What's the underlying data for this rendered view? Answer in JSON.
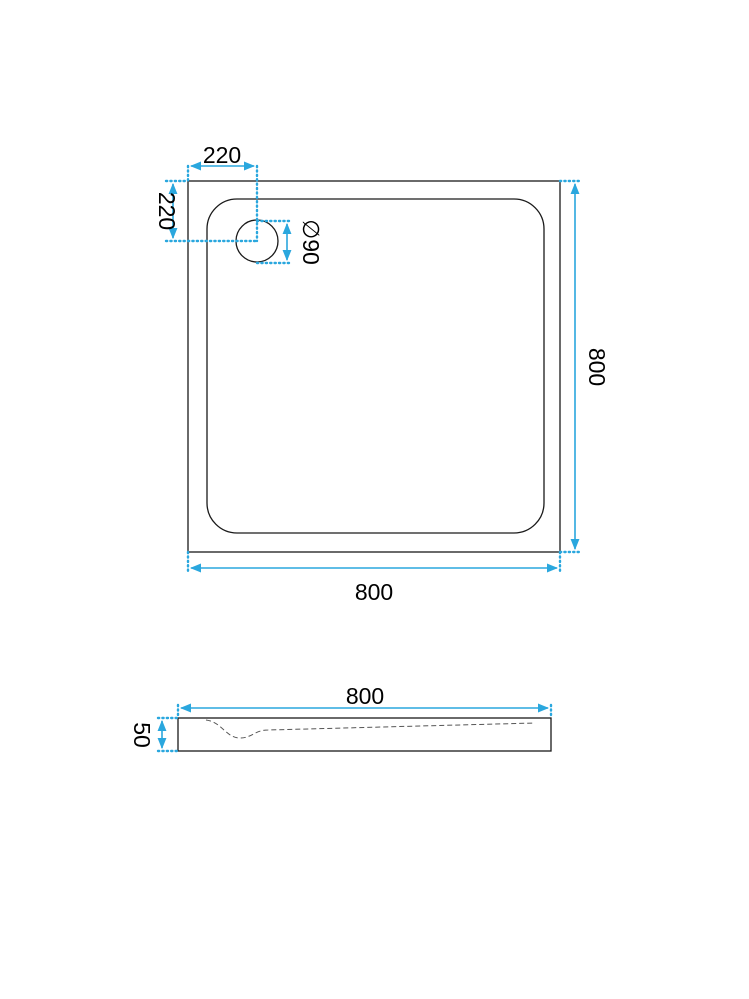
{
  "top_view": {
    "width_label": "800",
    "height_label": "800",
    "drain_offset_x_label": "220",
    "drain_offset_y_label": "220",
    "drain_diameter_label": "∅90"
  },
  "side_view": {
    "width_label": "800",
    "height_label": "50"
  },
  "colors": {
    "dimension": "#2aa7de",
    "outline": "#1a1a1a"
  }
}
